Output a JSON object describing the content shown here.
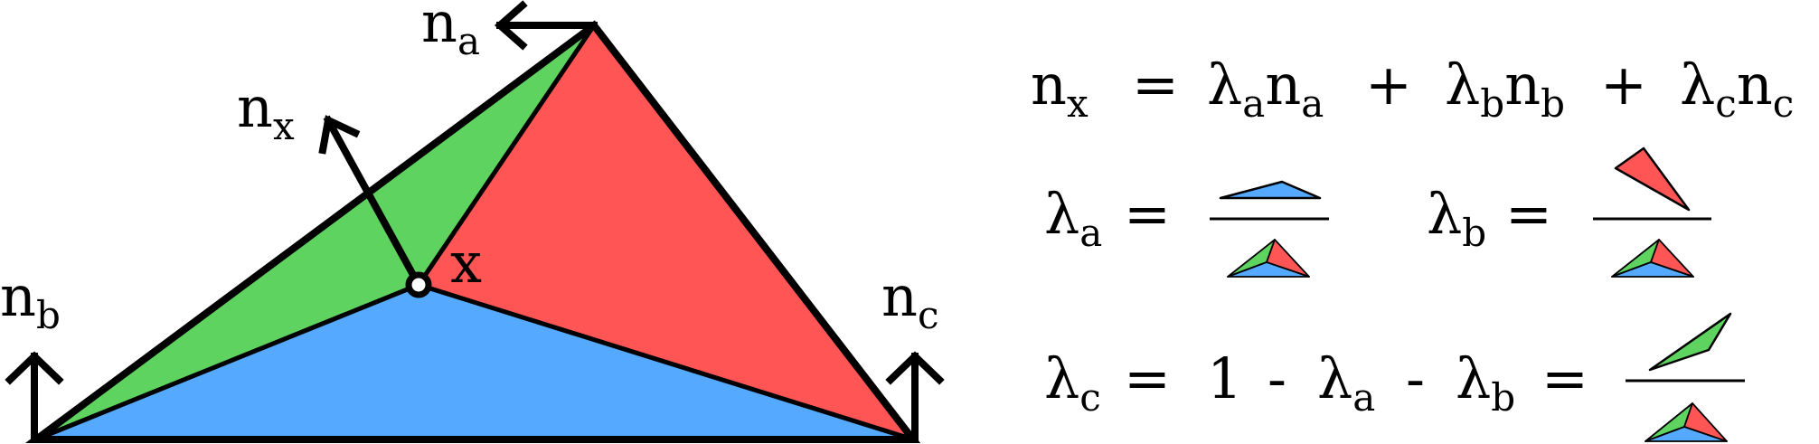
{
  "colors": {
    "red": "#ff5555",
    "green": "#5fd35f",
    "blue": "#55aaff",
    "stroke": "#000000"
  },
  "labels": {
    "n": "n",
    "x": "x",
    "lambda": "λ",
    "sub_a": "a",
    "sub_b": "b",
    "sub_c": "c",
    "sub_x": "x"
  },
  "equations": {
    "eq1": {
      "equals": "=",
      "plus": "+"
    },
    "eq2": {
      "equals": "="
    },
    "eq4": {
      "equals": "=",
      "one": "1",
      "minus": "-"
    }
  },
  "icons": [
    "normal-arrow-icon",
    "point-x-icon",
    "mini-triangle-icon"
  ]
}
